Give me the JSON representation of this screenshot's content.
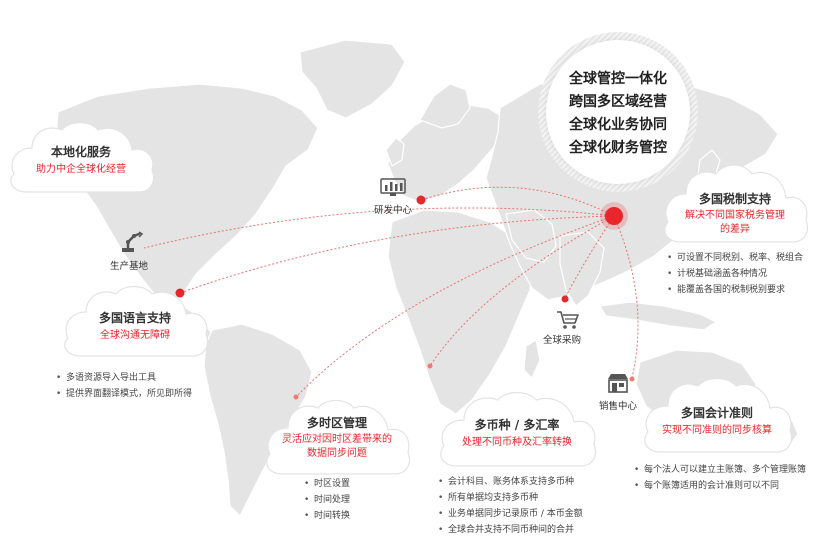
{
  "hub": {
    "lines": [
      "全球管控一体化",
      "跨国多区域经营",
      "全球化业务协同",
      "全球化财务管控"
    ]
  },
  "locations": {
    "rd": "研发中心",
    "production": "生产基地",
    "purchasing": "全球采购",
    "sales": "销售中心"
  },
  "cards": {
    "localization": {
      "title": "本地化服务",
      "subtitle": "助力中企全球化经营"
    },
    "tax": {
      "title": "多国税制支持",
      "subtitle_line1": "解决不同国家税务管理",
      "subtitle_line2": "的差异",
      "bullets": [
        "可设置不同税别、税率、税组合",
        "计税基础涵盖各种情况",
        "能覆盖各国的税制税别要求"
      ]
    },
    "language": {
      "title": "多国语言支持",
      "subtitle": "全球沟通无障碍",
      "bullets": [
        "多语资源导入导出工具",
        "提供界面翻译模式，所见即所得"
      ]
    },
    "timezone": {
      "title": "多时区管理",
      "subtitle_line1": "灵活应对因时区差带来的",
      "subtitle_line2": "数据同步问题",
      "bullets": [
        "时区设置",
        "时间处理",
        "时间转换"
      ]
    },
    "currency": {
      "title": "多币种 / 多汇率",
      "subtitle": "处理不同币种及汇率转换",
      "bullets": [
        "会计科目、账务体系支持多币种",
        "所有单据均支持多币种",
        "业务单据同步记录原币 / 本币金额",
        "全球合并支持不同币种间的合并"
      ]
    },
    "accounting": {
      "title": "多国会计准则",
      "subtitle": "实现不同准则的同步核算",
      "bullets": [
        "每个法人可以建立主账簿、多个管理账簿",
        "每个账簿适用的会计准则可以不同"
      ]
    }
  },
  "colors": {
    "accent": "#e8262b",
    "title": "#333333",
    "map": "#e4e4e4",
    "hub_dot": "#e8262b"
  },
  "icons": [
    "monitor-chart-icon",
    "factory-robot-arm-icon",
    "shopping-cart-icon",
    "storefront-icon"
  ]
}
